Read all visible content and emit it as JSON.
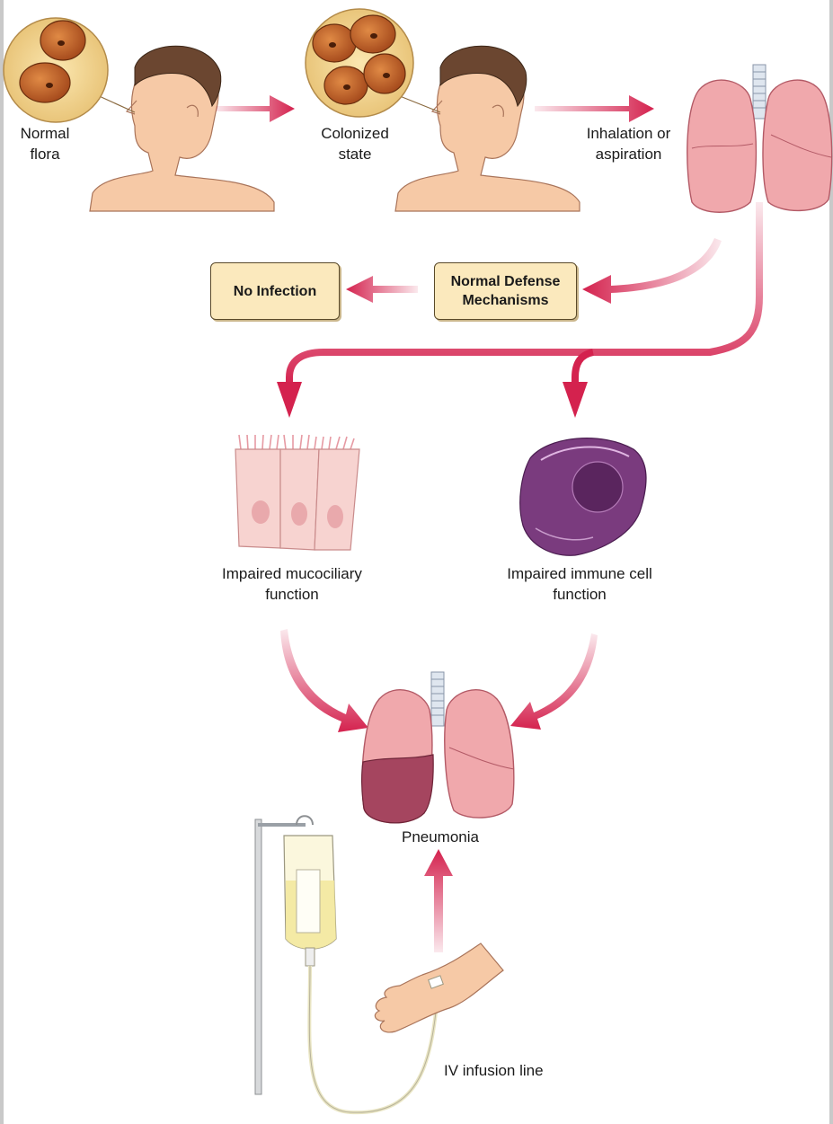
{
  "labels": {
    "normal_flora": "Normal\nflora",
    "colonized_state": "Colonized\nstate",
    "inhalation": "Inhalation or\naspiration",
    "no_infection": "No Infection",
    "normal_defense": "Normal Defense\nMechanisms",
    "impaired_mucociliary": "Impaired mucociliary\nfunction",
    "impaired_immune": "Impaired immune cell\nfunction",
    "pneumonia": "Pneumonia",
    "iv_line": "IV infusion line"
  },
  "colors": {
    "arrow": "#d4224e",
    "box_fill": "#fbe9bd",
    "lung": "#f0a8ac",
    "lung_dark": "#a5455f",
    "skin": "#f6c9a6",
    "cell": "#c7692d",
    "immune_cell": "#7a3b7e"
  }
}
